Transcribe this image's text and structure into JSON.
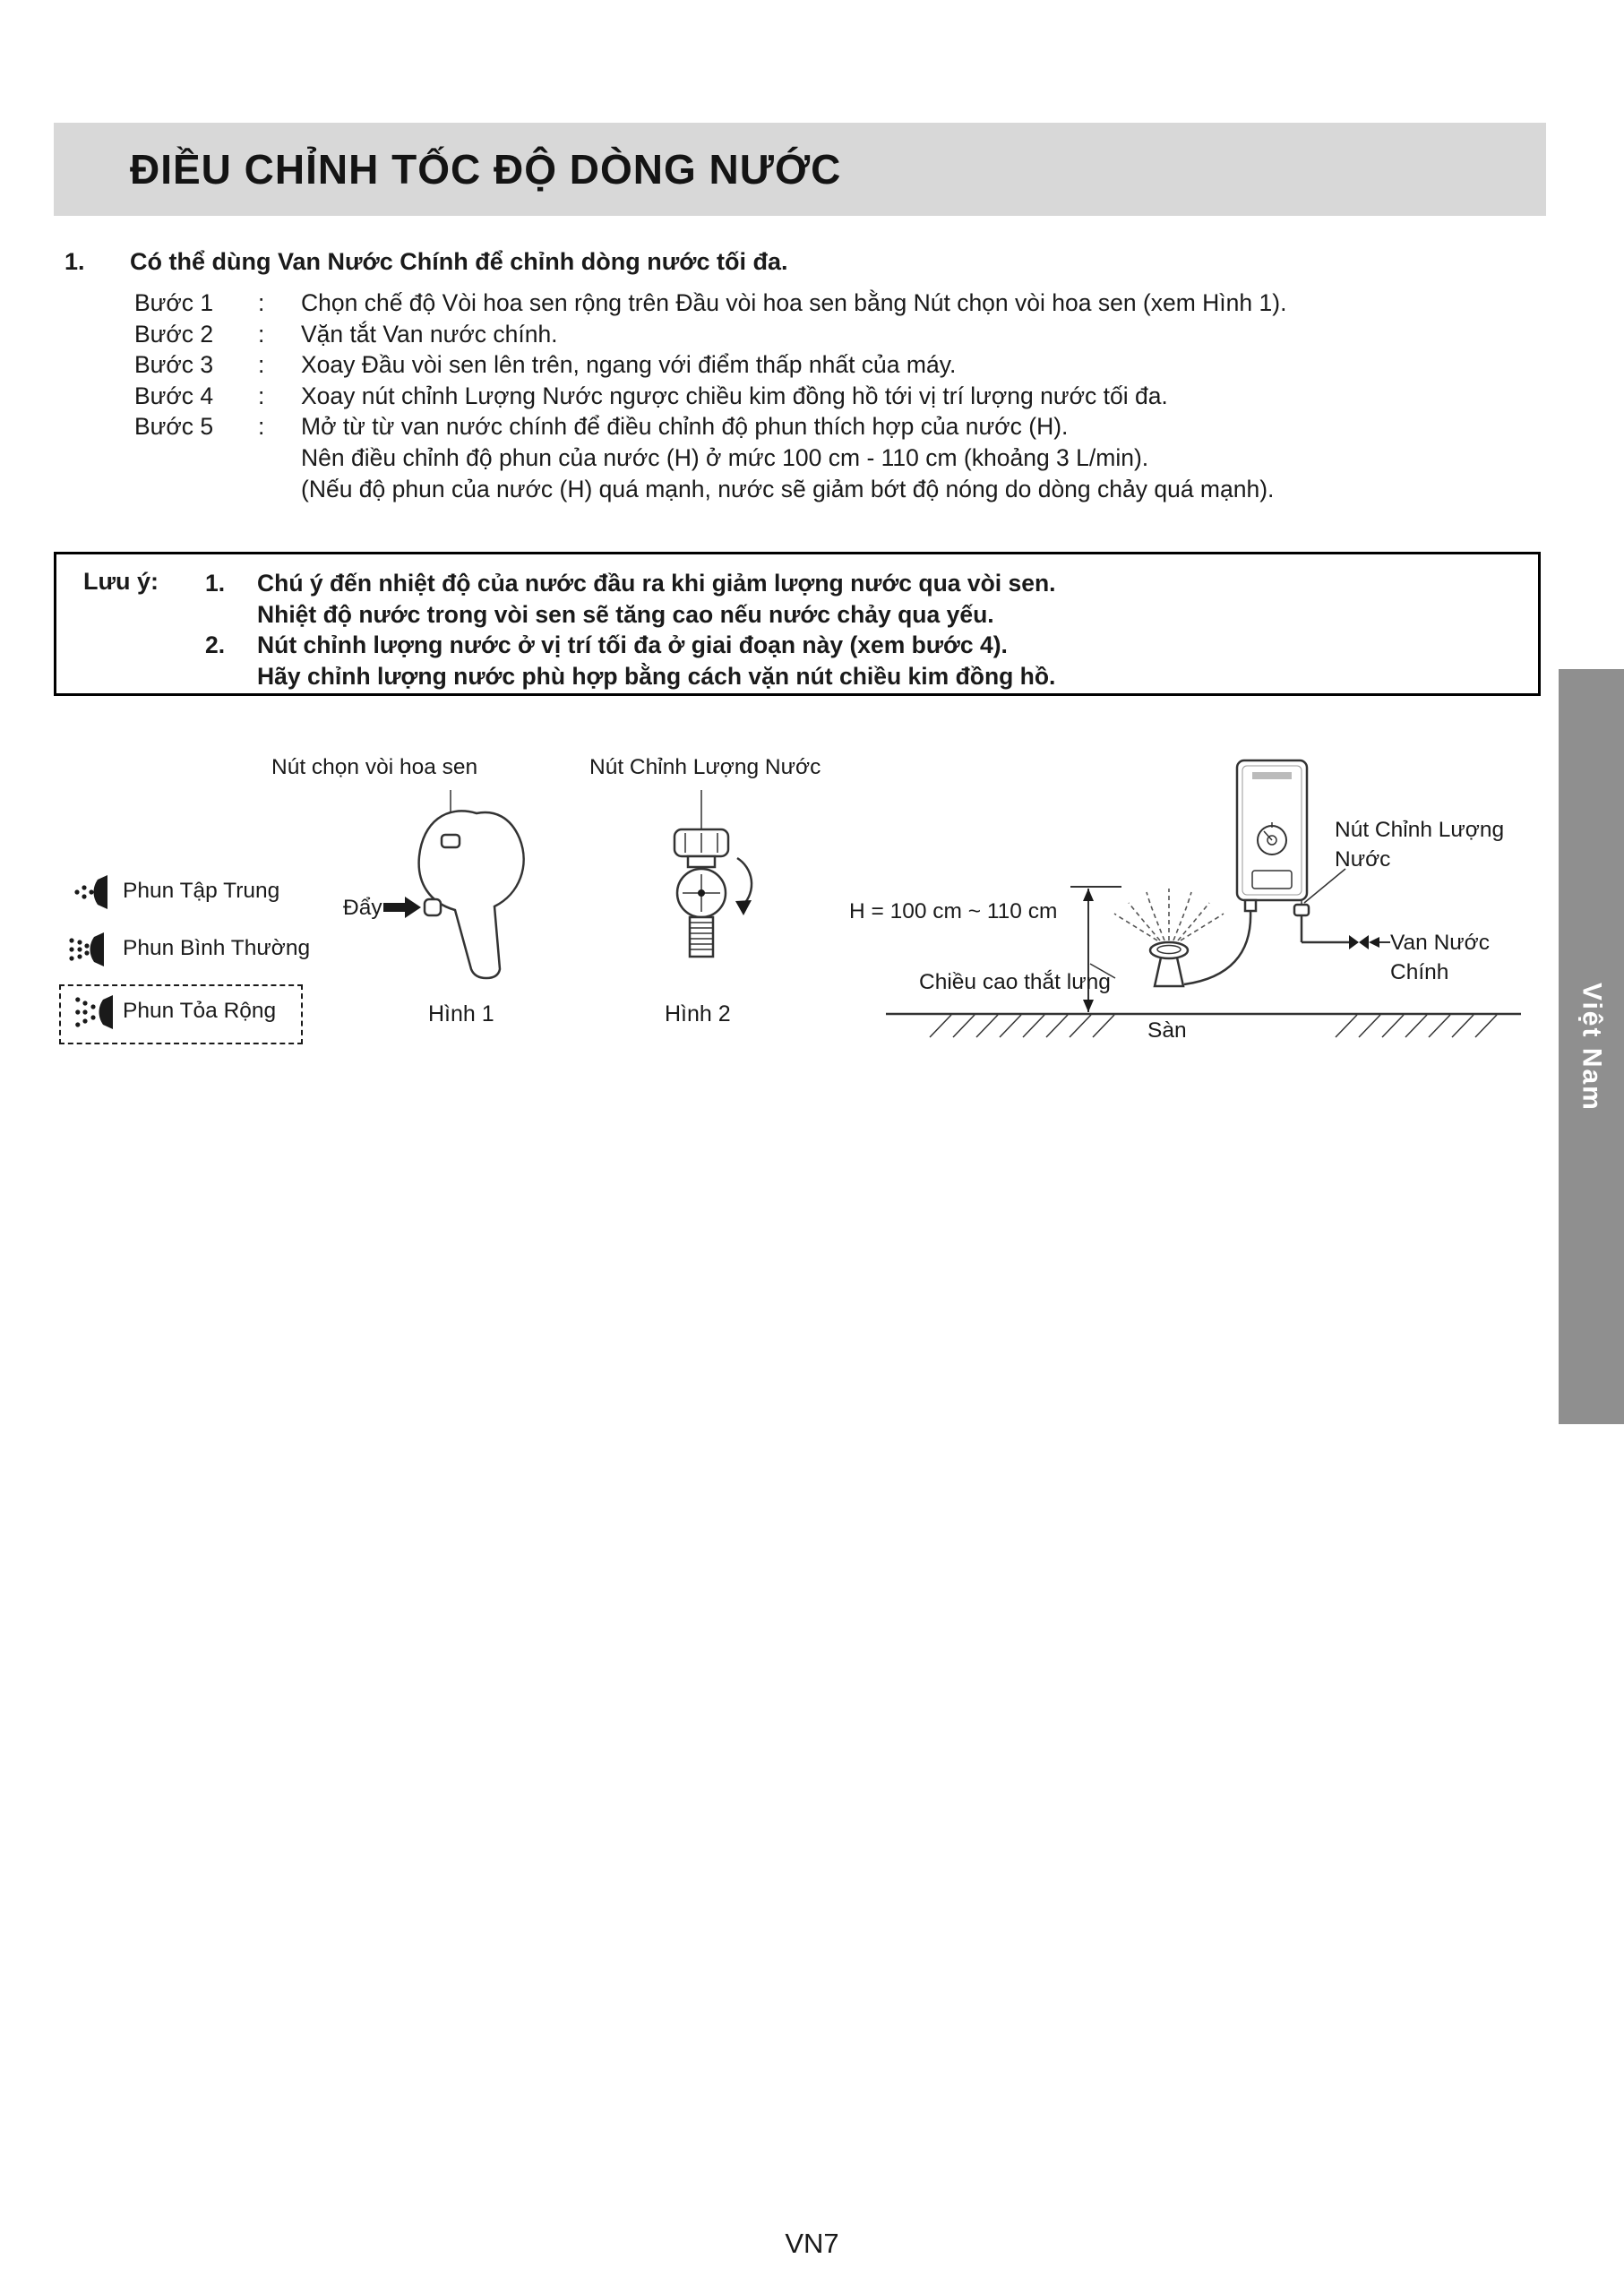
{
  "page": {
    "title": "ĐIỀU CHỈNH TỐC ĐỘ DÒNG NƯỚC",
    "side_tab": "Việt Nam",
    "page_number": "VN7"
  },
  "section1": {
    "number": "1.",
    "heading": "Có thể dùng Van Nước Chính để chỉnh dòng nước tối đa.",
    "colon": ":",
    "steps": [
      {
        "label": "Bước 1",
        "text": "Chọn chế độ Vòi hoa sen rộng trên Đầu vòi hoa sen bằng Nút chọn vòi hoa sen (xem Hình 1)."
      },
      {
        "label": "Bước 2",
        "text": "Vặn tắt Van nước chính."
      },
      {
        "label": "Bước 3",
        "text": "Xoay Đầu vòi sen lên trên, ngang với điểm thấp nhất của máy."
      },
      {
        "label": "Bước 4",
        "text": "Xoay nút chỉnh Lượng Nước ngược chiều kim đồng hồ tới vị trí lượng nước tối đa."
      },
      {
        "label": "Bước 5",
        "text": "Mở từ từ van nước chính để điều chỉnh độ phun thích hợp của nước (H)."
      }
    ],
    "step5_cont": [
      "Nên điều chỉnh độ phun của nước (H) ở mức 100 cm - 110 cm (khoảng 3 L/min).",
      "(Nếu độ phun của nước (H) quá mạnh, nước sẽ giảm bớt độ nóng do dòng chảy quá mạnh)."
    ]
  },
  "note_box": {
    "label": "Lưu ý:",
    "items": [
      {
        "num": "1.",
        "lines": [
          "Chú ý đến nhiệt độ của nước đầu ra khi giảm lượng nước qua vòi sen.",
          "Nhiệt độ nước trong vòi sen sẽ tăng cao nếu nước chảy qua yếu."
        ]
      },
      {
        "num": "2.",
        "lines": [
          "Nút chỉnh lượng nước ở vị trí tối đa ở giai đoạn này (xem bước 4).",
          "Hãy chỉnh lượng nước phù hợp bằng cách vặn nút chiều kim đồng hồ."
        ]
      }
    ]
  },
  "figure": {
    "label_shower_select": "Nút chọn vòi hoa sen",
    "label_flow_knob": "Nút Chỉnh Lượng Nước",
    "push_label": "Đẩy",
    "fig1_caption": "Hình 1",
    "fig2_caption": "Hình 2",
    "legend": [
      {
        "label": "Phun Tập Trung"
      },
      {
        "label": "Phun Bình Thường"
      },
      {
        "label": "Phun Tỏa Rộng"
      }
    ],
    "h_label": "H = 100 cm ~ 110 cm",
    "waist_label": "Chiều cao thắt lưng",
    "right_flow_label": "Nút Chỉnh Lượng\nNước",
    "main_valve_label": "Van Nước\nChính",
    "floor_label": "Sàn"
  }
}
